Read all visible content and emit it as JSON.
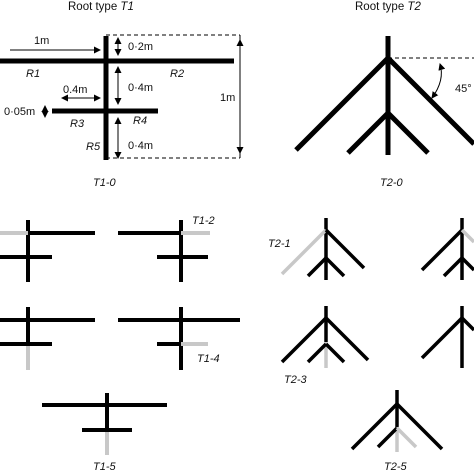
{
  "titles": {
    "t1_prefix": "Root type ",
    "t1_suffix": "T1",
    "t2_prefix": "Root type ",
    "t2_suffix": "T2"
  },
  "t1_main": {
    "dim_1m_top": "1m",
    "dim_02m": "0·2m",
    "dim_04m_upper": "0·4m",
    "dim_04m_lower": "0·4m",
    "dim_04m_short": "0.4m",
    "dim_005m": "0·05m",
    "dim_1m_side": "1m",
    "root_labels": [
      "R1",
      "R2",
      "R3",
      "R4",
      "R5"
    ],
    "caption": "T1-0"
  },
  "t2_main": {
    "angle": "45°",
    "caption": "T2-0"
  },
  "t1_variants": [
    "T1-2",
    "T1-4",
    "T1-5"
  ],
  "t2_variants": [
    "T2-1",
    "T2-3",
    "T2-5"
  ],
  "colors": {
    "root_black": "#000000",
    "removed_grey": "#c8c8c8"
  }
}
